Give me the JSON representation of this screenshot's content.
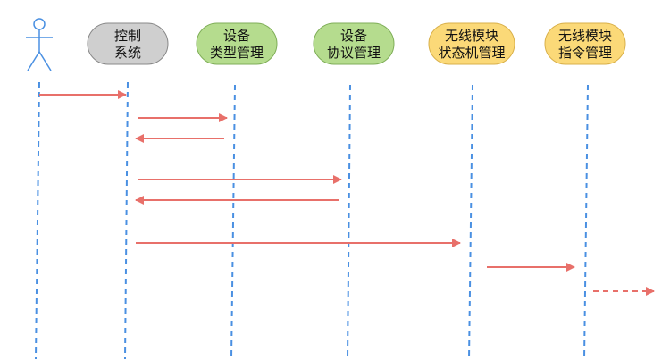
{
  "participants": [
    {
      "id": "user",
      "kind": "actor",
      "lines": []
    },
    {
      "id": "control",
      "kind": "box",
      "lines": [
        "控制",
        "系统"
      ],
      "fill": "#cfcfcf"
    },
    {
      "id": "devtype",
      "kind": "box",
      "lines": [
        "设备",
        "类型管理"
      ],
      "fill": "#b5dc8e"
    },
    {
      "id": "devproto",
      "kind": "box",
      "lines": [
        "设备",
        "协议管理"
      ],
      "fill": "#b5dc8e"
    },
    {
      "id": "wstate",
      "kind": "box",
      "lines": [
        "无线模块",
        "状态机管理"
      ],
      "fill": "#fbd978"
    },
    {
      "id": "wcmd",
      "kind": "box",
      "lines": [
        "无线模块",
        "指令管理"
      ],
      "fill": "#fbd978"
    }
  ],
  "messages": [
    {
      "from": "user",
      "to": "control",
      "style": "solid"
    },
    {
      "from": "control",
      "to": "devtype",
      "style": "solid"
    },
    {
      "from": "devtype",
      "to": "control",
      "style": "solid"
    },
    {
      "from": "control",
      "to": "devproto",
      "style": "solid"
    },
    {
      "from": "devproto",
      "to": "control",
      "style": "solid"
    },
    {
      "from": "control",
      "to": "wstate",
      "style": "solid"
    },
    {
      "from": "wstate",
      "to": "wcmd",
      "style": "solid"
    },
    {
      "from": "wcmd",
      "to": "offscreen",
      "style": "dashed"
    }
  ],
  "colors": {
    "lifeline": "#4a90e2",
    "message": "#e8706a",
    "actor": "#4a90e2",
    "box_stroke": "#888888"
  }
}
